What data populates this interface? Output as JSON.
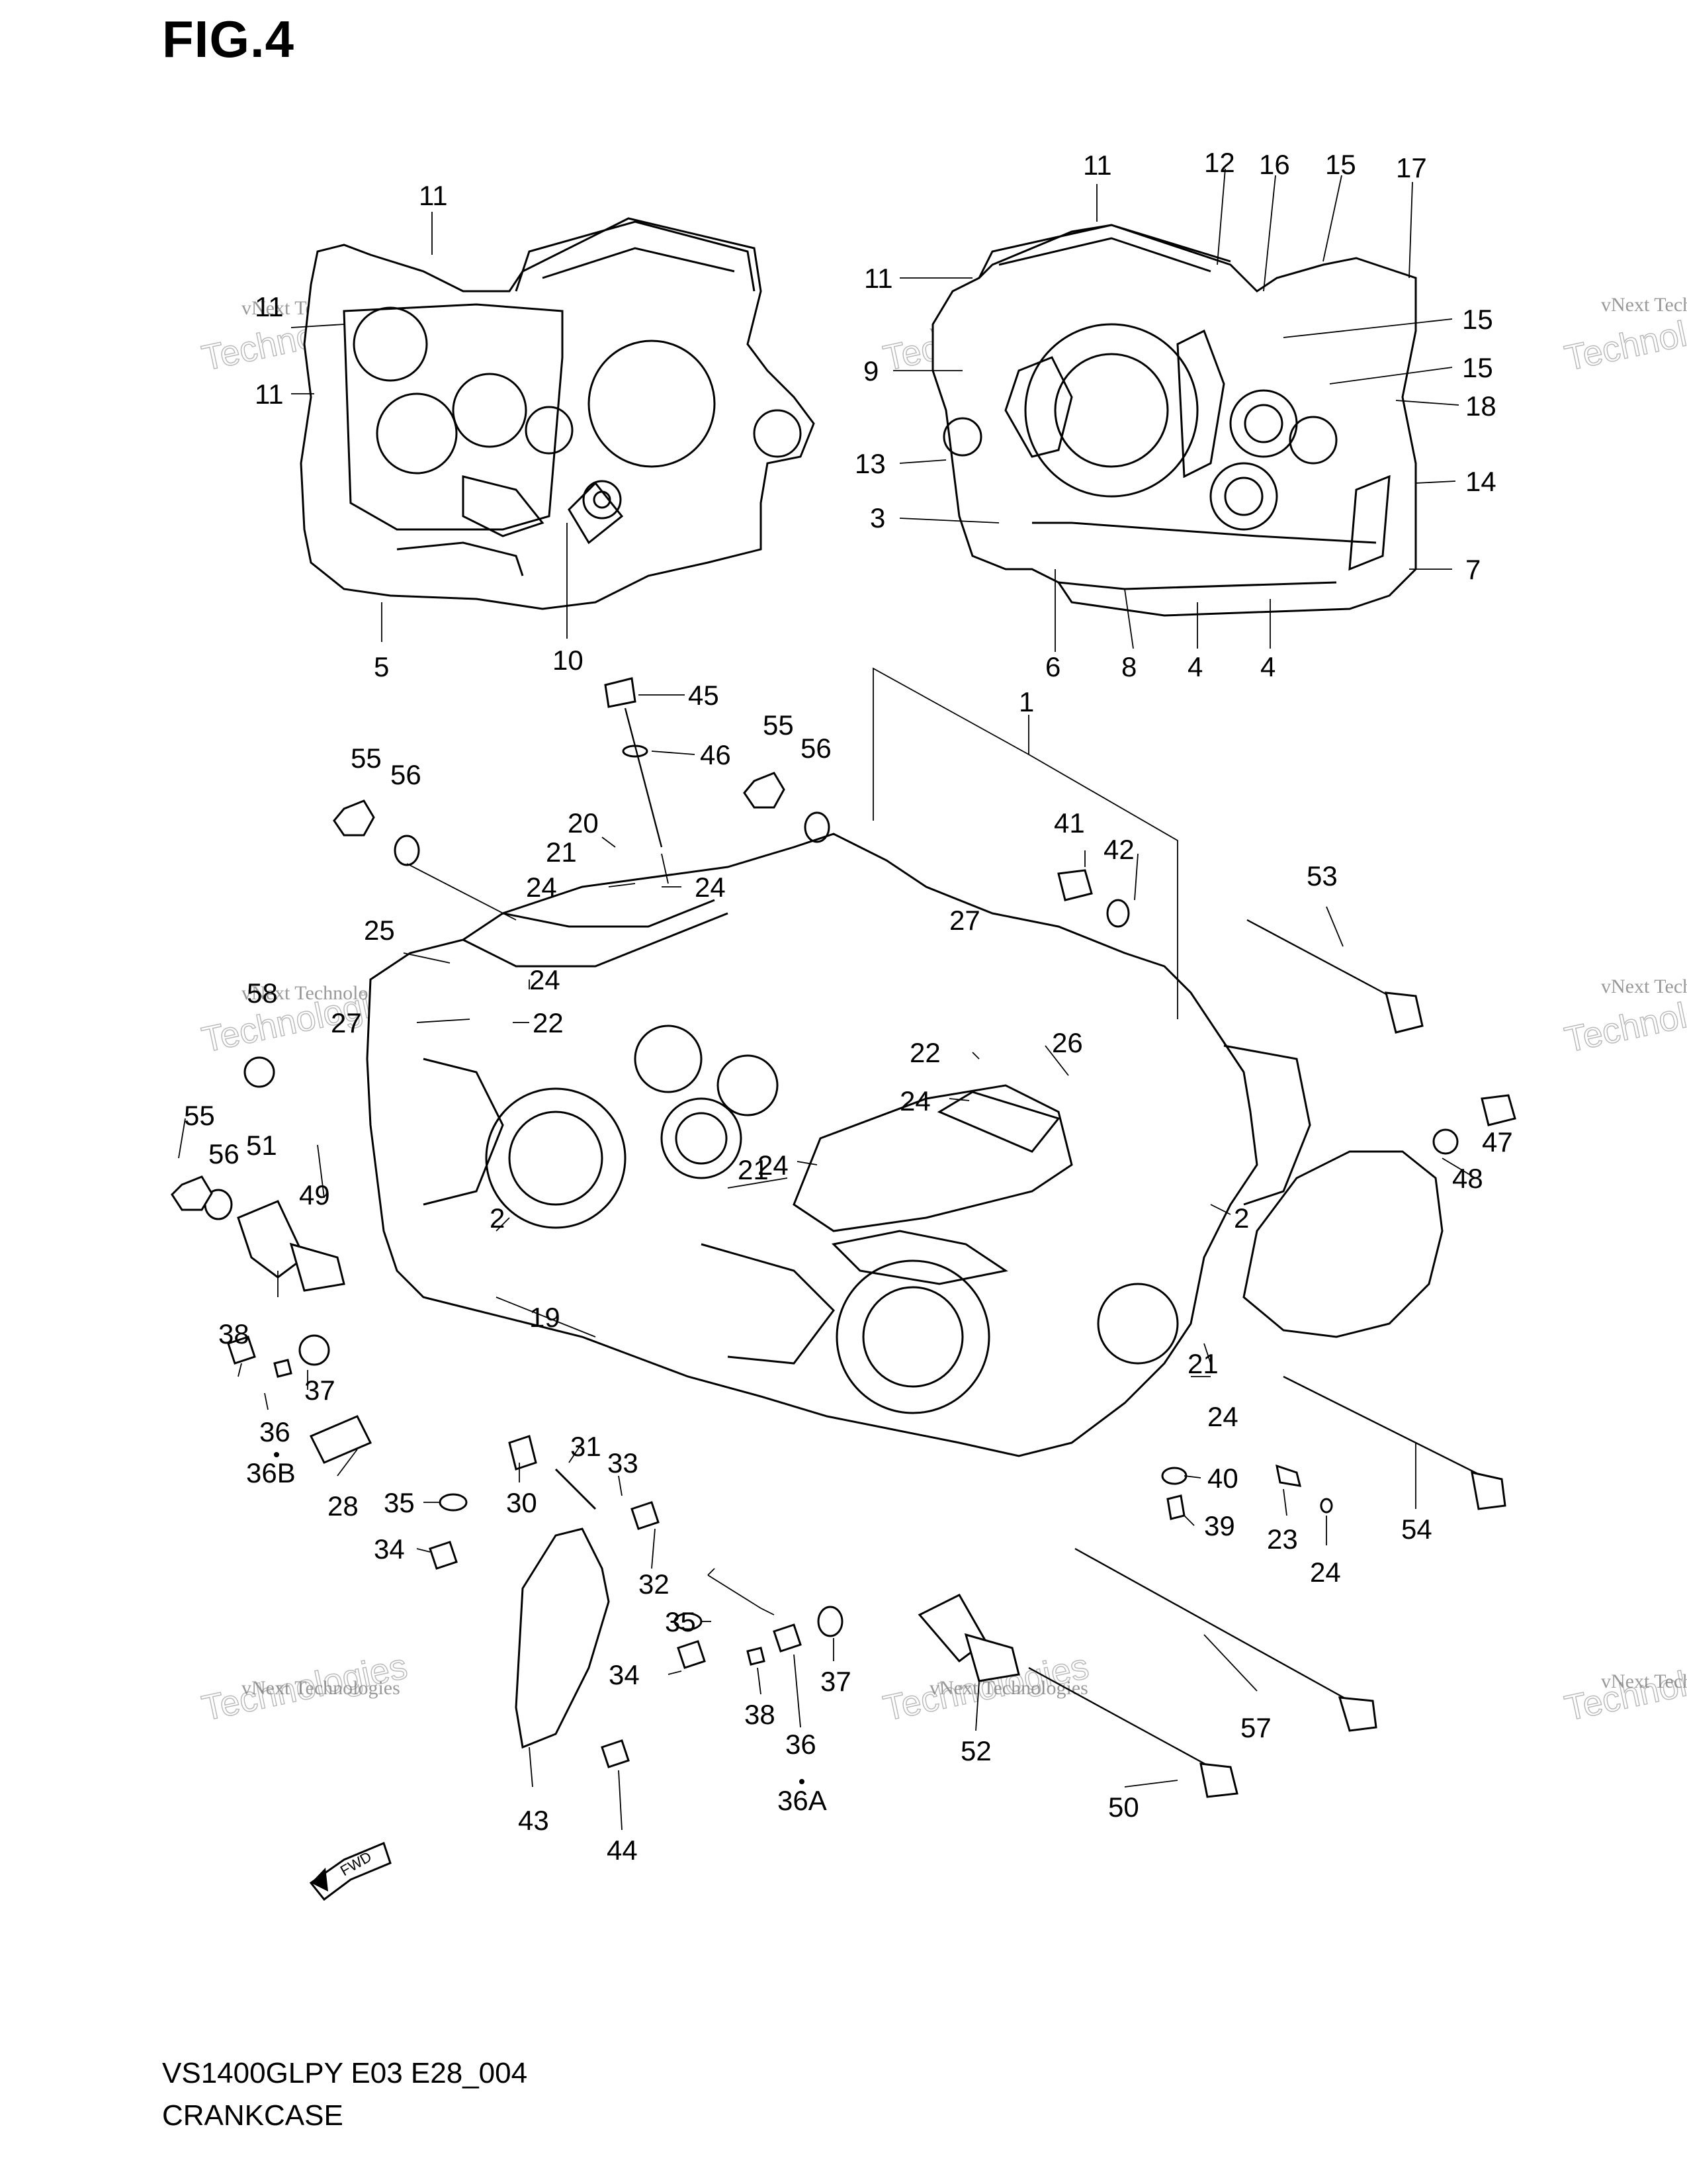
{
  "figure": {
    "title": "FIG.4",
    "model_code": "VS1400GLPY E03 E28_004",
    "name": "CRANKCASE",
    "direction_marker": "FWD"
  },
  "watermark": {
    "line1": "vNext Technologies",
    "line2": "Technologies",
    "line3": "vNext"
  },
  "callouts": [
    {
      "id": "c1",
      "label": "11"
    },
    {
      "id": "c2",
      "label": "11"
    },
    {
      "id": "c3",
      "label": "11"
    },
    {
      "id": "c4",
      "label": "5"
    },
    {
      "id": "c5",
      "label": "10"
    },
    {
      "id": "c6",
      "label": "11"
    },
    {
      "id": "c7",
      "label": "12"
    },
    {
      "id": "c8",
      "label": "16"
    },
    {
      "id": "c9",
      "label": "15"
    },
    {
      "id": "c10",
      "label": "17"
    },
    {
      "id": "c11",
      "label": "11"
    },
    {
      "id": "c12",
      "label": "15"
    },
    {
      "id": "c13",
      "label": "9"
    },
    {
      "id": "c14",
      "label": "15"
    },
    {
      "id": "c15",
      "label": "18"
    },
    {
      "id": "c16",
      "label": "13"
    },
    {
      "id": "c17",
      "label": "14"
    },
    {
      "id": "c18",
      "label": "3"
    },
    {
      "id": "c19",
      "label": "7"
    },
    {
      "id": "c20",
      "label": "6"
    },
    {
      "id": "c21",
      "label": "8"
    },
    {
      "id": "c22",
      "label": "4"
    },
    {
      "id": "c23",
      "label": "4"
    },
    {
      "id": "c24",
      "label": "45"
    },
    {
      "id": "c25",
      "label": "1"
    },
    {
      "id": "c26",
      "label": "46"
    },
    {
      "id": "c27",
      "label": "55"
    },
    {
      "id": "c28",
      "label": "56"
    },
    {
      "id": "c29",
      "label": "55"
    },
    {
      "id": "c30",
      "label": "56"
    },
    {
      "id": "c31",
      "label": "20"
    },
    {
      "id": "c32",
      "label": "21"
    },
    {
      "id": "c33",
      "label": "24"
    },
    {
      "id": "c34",
      "label": "24"
    },
    {
      "id": "c35",
      "label": "41"
    },
    {
      "id": "c36",
      "label": "42"
    },
    {
      "id": "c37",
      "label": "53"
    },
    {
      "id": "c38",
      "label": "25"
    },
    {
      "id": "c39",
      "label": "27"
    },
    {
      "id": "c40",
      "label": "24"
    },
    {
      "id": "c41",
      "label": "58"
    },
    {
      "id": "c42",
      "label": "27"
    },
    {
      "id": "c43",
      "label": "22"
    },
    {
      "id": "c44",
      "label": "22"
    },
    {
      "id": "c45",
      "label": "26"
    },
    {
      "id": "c46",
      "label": "47"
    },
    {
      "id": "c47",
      "label": "55"
    },
    {
      "id": "c48",
      "label": "56"
    },
    {
      "id": "c49",
      "label": "51"
    },
    {
      "id": "c50",
      "label": "49"
    },
    {
      "id": "c51",
      "label": "24"
    },
    {
      "id": "c52",
      "label": "21"
    },
    {
      "id": "c53",
      "label": "24"
    },
    {
      "id": "c54",
      "label": "48"
    },
    {
      "id": "c55",
      "label": "2"
    },
    {
      "id": "c56",
      "label": "2"
    },
    {
      "id": "c57",
      "label": "19"
    },
    {
      "id": "c58",
      "label": "38"
    },
    {
      "id": "c59",
      "label": "37"
    },
    {
      "id": "c60",
      "label": "36"
    },
    {
      "id": "c61",
      "label": "36B"
    },
    {
      "id": "c62",
      "label": "28"
    },
    {
      "id": "c63",
      "label": "31"
    },
    {
      "id": "c64",
      "label": "33"
    },
    {
      "id": "c65",
      "label": "35"
    },
    {
      "id": "c66",
      "label": "30"
    },
    {
      "id": "c67",
      "label": "34"
    },
    {
      "id": "c68",
      "label": "32"
    },
    {
      "id": "c69",
      "label": "21"
    },
    {
      "id": "c70",
      "label": "24"
    },
    {
      "id": "c71",
      "label": "40"
    },
    {
      "id": "c72",
      "label": "39"
    },
    {
      "id": "c73",
      "label": "23"
    },
    {
      "id": "c74",
      "label": "24"
    },
    {
      "id": "c75",
      "label": "54"
    },
    {
      "id": "c76",
      "label": "35"
    },
    {
      "id": "c77",
      "label": "34"
    },
    {
      "id": "c78",
      "label": "38"
    },
    {
      "id": "c79",
      "label": "37"
    },
    {
      "id": "c80",
      "label": "36"
    },
    {
      "id": "c81",
      "label": "36A"
    },
    {
      "id": "c82",
      "label": "52"
    },
    {
      "id": "c83",
      "label": "57"
    },
    {
      "id": "c84",
      "label": "43"
    },
    {
      "id": "c85",
      "label": "44"
    },
    {
      "id": "c86",
      "label": "50"
    }
  ]
}
